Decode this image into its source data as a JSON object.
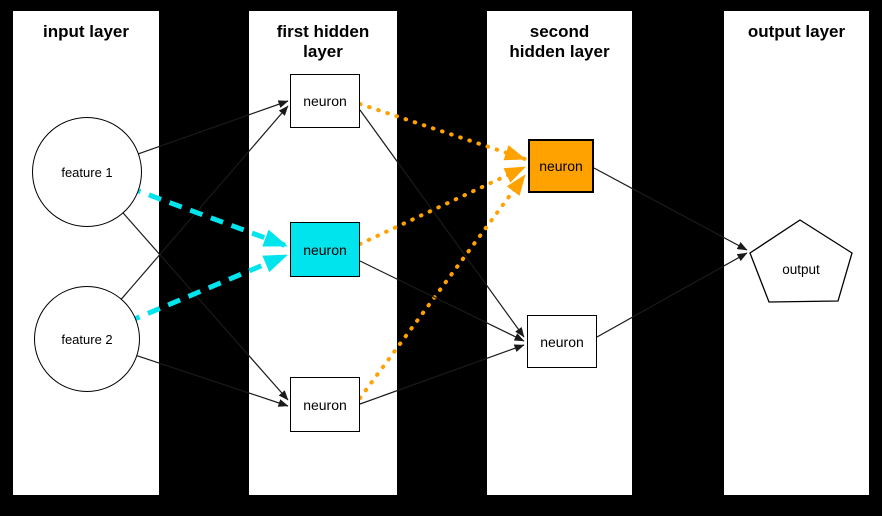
{
  "layers": [
    {
      "name": "input layer",
      "title_lines": [
        "input layer"
      ]
    },
    {
      "name": "first hidden layer",
      "title_lines": [
        "first hidden",
        "layer"
      ]
    },
    {
      "name": "second hidden layer",
      "title_lines": [
        "second",
        "hidden layer"
      ]
    },
    {
      "name": "output layer",
      "title_lines": [
        "output layer"
      ]
    }
  ],
  "nodes": {
    "feature1": {
      "label": "feature 1",
      "shape": "circle"
    },
    "feature2": {
      "label": "feature 2",
      "shape": "circle"
    },
    "hidden1_top": {
      "label": "neuron",
      "shape": "box"
    },
    "hidden1_middle": {
      "label": "neuron",
      "shape": "box",
      "highlight": "cyan"
    },
    "hidden1_bottom": {
      "label": "neuron",
      "shape": "box"
    },
    "hidden2_top": {
      "label": "neuron",
      "shape": "box",
      "highlight": "orange"
    },
    "hidden2_bottom": {
      "label": "neuron",
      "shape": "box"
    },
    "output": {
      "label": "output",
      "shape": "pentagon"
    }
  },
  "edges": {
    "black_solid": [
      "feature1->hidden1_top",
      "feature2->hidden1_top",
      "feature1->hidden1_bottom",
      "feature2->hidden1_bottom",
      "hidden1_top->hidden2_bottom",
      "hidden1_middle->hidden2_bottom",
      "hidden1_bottom->hidden2_bottom",
      "hidden2_top->output",
      "hidden2_bottom->output"
    ],
    "cyan_dashed": [
      "feature1->hidden1_middle",
      "feature2->hidden1_middle"
    ],
    "orange_dotted": [
      "hidden1_top->hidden2_top",
      "hidden1_middle->hidden2_top",
      "hidden1_bottom->hidden2_top"
    ]
  },
  "colors": {
    "background": "#000000",
    "panel": "#ffffff",
    "edge_black": "#1a1a1a",
    "highlight_cyan": "#00e4ee",
    "highlight_orange": "#ffa200"
  }
}
